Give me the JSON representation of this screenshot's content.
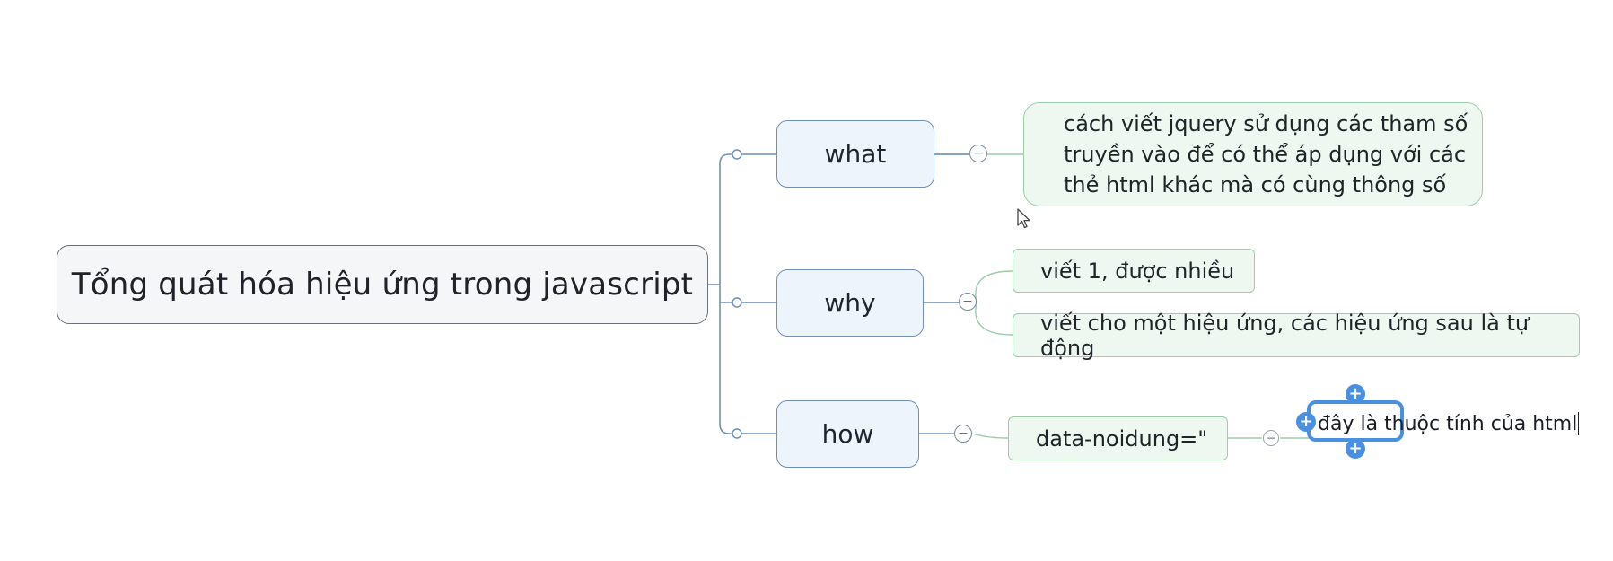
{
  "mindmap": {
    "root": {
      "label": "Tổng quát hóa hiệu ứng trong javascript"
    },
    "branches": [
      {
        "label": "what",
        "children": [
          {
            "lines": [
              "cách viết jquery sử dụng các tham số",
              "truyền vào để có thể áp dụng với các",
              "thẻ html khác mà có cùng thông số"
            ]
          }
        ]
      },
      {
        "label": "why",
        "children": [
          {
            "label": "viết 1, được nhiều"
          },
          {
            "label": "viết cho một hiệu ứng, các hiệu ứng sau là tự động"
          }
        ]
      },
      {
        "label": "how",
        "children": [
          {
            "label": "data-noidung=\"",
            "children": [
              {
                "label": "đây là thuộc tính của html",
                "editing": true
              }
            ]
          }
        ]
      }
    ]
  },
  "icons": {
    "collapse": "minus-circle-icon",
    "add": "plus-icon",
    "pointer": "mouse-pointer-icon"
  },
  "glyphs": {
    "minus": "−",
    "plus": "+"
  },
  "colors": {
    "root_border": "#6b6f75",
    "branch_fill": "#eef4fc",
    "branch_border": "#6f8fb7",
    "leaf_fill": "#eef7f0",
    "leaf_border": "#9dccaa",
    "selection": "#4a90e2"
  }
}
